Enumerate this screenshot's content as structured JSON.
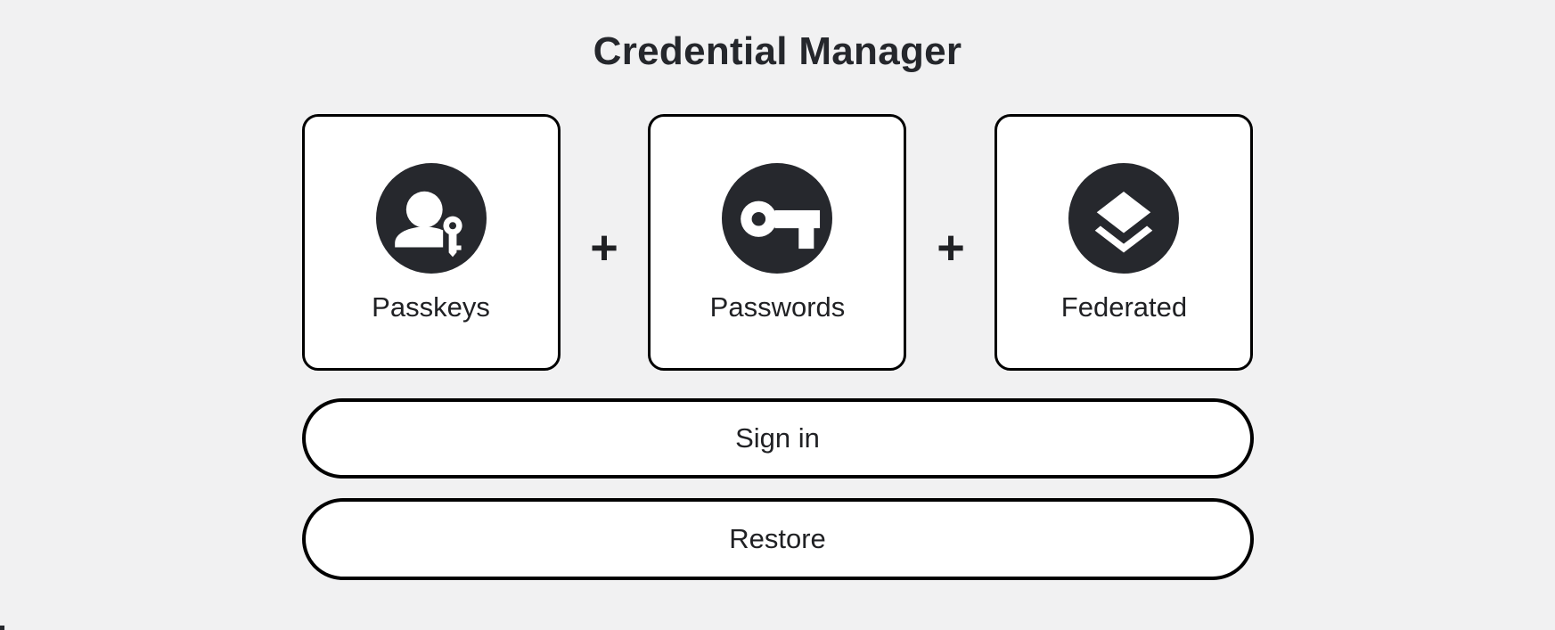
{
  "header": {
    "title": "Credential Manager"
  },
  "cards": [
    {
      "label": "Passkeys",
      "icon": "passkey-icon"
    },
    {
      "label": "Passwords",
      "icon": "key-icon"
    },
    {
      "label": "Federated",
      "icon": "layers-icon"
    }
  ],
  "separators": {
    "plus_label": "+"
  },
  "actions": {
    "sign_in": {
      "label": "Sign in"
    },
    "restore": {
      "label": "Restore"
    }
  },
  "colors": {
    "page_background": "#f1f1f2",
    "card_background": "#ffffff",
    "border": "#000000",
    "icon_circle": "#26282d",
    "icon_glyph": "#ffffff",
    "text": "#202124"
  }
}
